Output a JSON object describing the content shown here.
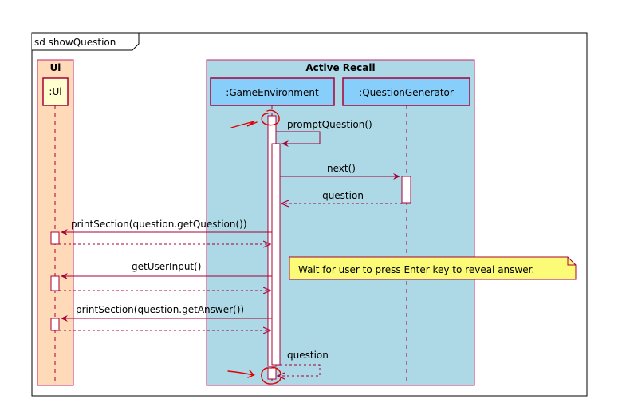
{
  "frame": {
    "label": "sd showQuestion"
  },
  "boxes": [
    {
      "id": "ui",
      "title": "Ui"
    },
    {
      "id": "active",
      "title": "Active Recall"
    }
  ],
  "participants": [
    {
      "id": "ui",
      "label": ":Ui"
    },
    {
      "id": "game",
      "label": ":GameEnvironment"
    },
    {
      "id": "qgen",
      "label": ":QuestionGenerator"
    }
  ],
  "messages": [
    {
      "id": "prompt",
      "label": "promptQuestion()"
    },
    {
      "id": "next",
      "label": "next()"
    },
    {
      "id": "ret-question",
      "label": "question"
    },
    {
      "id": "print-q",
      "label": "printSection(question.getQuestion())"
    },
    {
      "id": "get-input",
      "label": "getUserInput()"
    },
    {
      "id": "print-a",
      "label": "printSection(question.getAnswer())"
    },
    {
      "id": "self-return",
      "label": "question"
    }
  ],
  "note": {
    "text": "Wait for user to press Enter key to reveal answer."
  },
  "colors": {
    "ui_box": "#ffdab9",
    "active_box": "#add8e6",
    "box_border": "#c6236b",
    "participant_fill": "#87cefa",
    "ui_participant_fill": "#fefece",
    "arrow": "#a80036",
    "note_fill": "#fbfb77",
    "note_border": "#a80036",
    "annotation": "#e00000"
  }
}
